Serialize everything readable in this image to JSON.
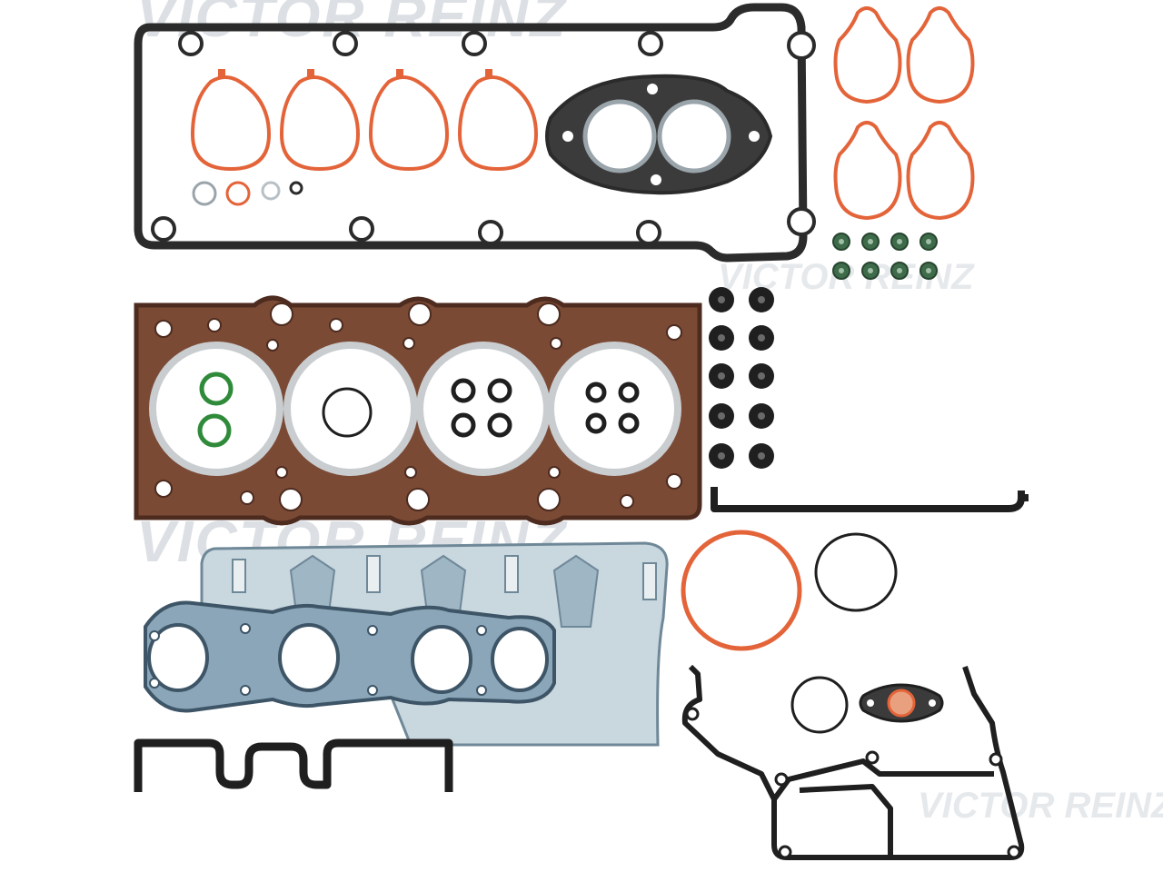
{
  "watermark": {
    "brand": "VICTOR REINZ"
  },
  "colors": {
    "background": "#ffffff",
    "seal_orange": "#e4643a",
    "rubber_black": "#2b2b2b",
    "head_gasket_brown": "#7a4a35",
    "head_gasket_dark": "#4d2b1f",
    "o_ring_green": "#2f8a3a",
    "steel_blue": "#8aa6b8",
    "steel_light": "#c9d7df",
    "seal_green": "#3e6b4a"
  },
  "parts": {
    "valve_cover_gasket": "valve-cover-gasket",
    "cylinder_head_gasket": "cylinder-head-gasket",
    "exhaust_manifold_gasket": "exhaust-manifold-gasket",
    "timing_cover_gasket": "timing-cover-gasket"
  }
}
